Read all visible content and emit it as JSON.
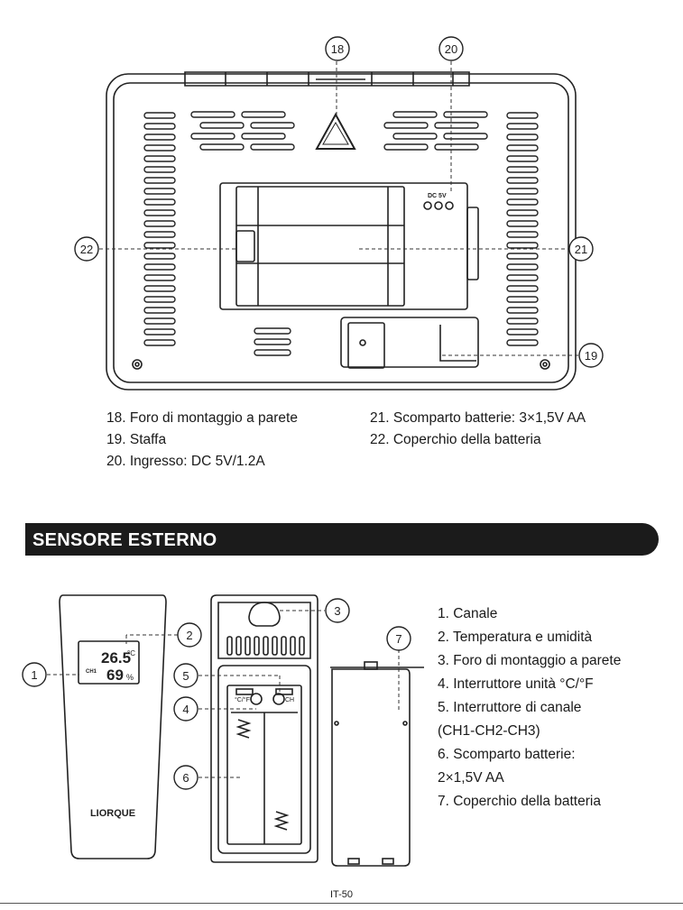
{
  "callouts_top": {
    "c18": "18",
    "c19": "19",
    "c20": "20",
    "c21": "21",
    "c22": "22"
  },
  "device_back": {
    "dc_label": "DC 5V"
  },
  "legend_top": {
    "left": [
      "18. Foro di montaggio a parete",
      "19. Staffa",
      "20. Ingresso: DC 5V/1.2A"
    ],
    "right": [
      "21. Scomparto batterie: 3×1,5V AA",
      "22. Coperchio della batteria"
    ]
  },
  "section": {
    "title": "SENSORE ESTERNO"
  },
  "sensor": {
    "brand": "LIORQUE",
    "lcd_temp": "26.5",
    "lcd_temp_unit": "°C",
    "lcd_hum": "69",
    "lcd_hum_unit": "%",
    "lcd_channel": "CH1",
    "switch_unit_label": "°C/°F",
    "switch_ch_label": "CH",
    "callouts": {
      "c1": "1",
      "c2": "2",
      "c3": "3",
      "c4": "4",
      "c5": "5",
      "c6": "6",
      "c7": "7"
    }
  },
  "legend_sensor": [
    "1. Canale",
    "2. Temperatura e umidità",
    "3. Foro di montaggio a parete",
    "4. Interruttore unità °C/°F",
    "5. Interruttore di canale",
    "(CH1-CH2-CH3)",
    "6. Scomparto batterie:",
    "2×1,5V AA",
    "7. Coperchio della batteria"
  ],
  "footer": {
    "page": "IT-50"
  }
}
